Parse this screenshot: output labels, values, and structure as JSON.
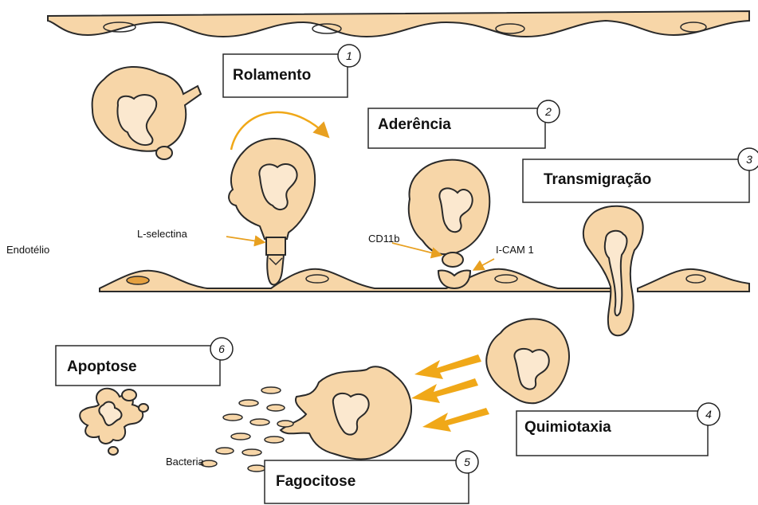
{
  "steps": [
    {
      "number": "1",
      "title": "Rolamento"
    },
    {
      "number": "2",
      "title": "Aderência"
    },
    {
      "number": "3",
      "title": "Transmigração"
    },
    {
      "number": "4",
      "title": "Quimiotaxia"
    },
    {
      "number": "5",
      "title": "Fagocitose"
    },
    {
      "number": "6",
      "title": "Apoptose"
    }
  ],
  "labels": {
    "endothelium": "Endotélio",
    "l_selectin": "L-selectina",
    "cd11b": "CD11b",
    "icam": "I-CAM 1",
    "bacteria": "Bacteria"
  },
  "colors": {
    "cell": "#f7d6a8",
    "arrow": "#f0a818",
    "outline": "#2a2a2a"
  }
}
